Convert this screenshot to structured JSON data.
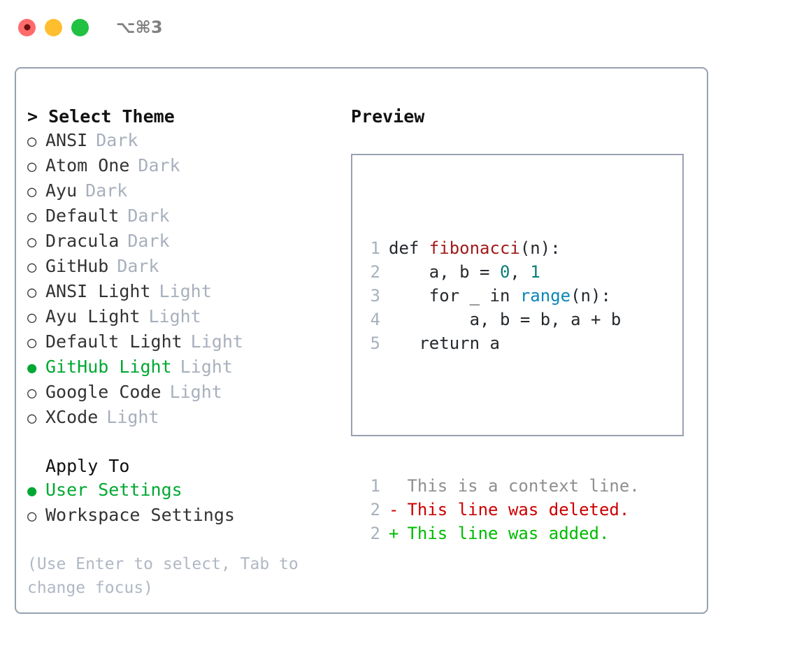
{
  "titlebar": {
    "shortcut": "⌥⌘3",
    "dots": [
      {
        "name": "close-dot",
        "color": "#ff6b6b"
      },
      {
        "name": "minimize-dot",
        "color": "#ffbe2e"
      },
      {
        "name": "maximize-dot",
        "color": "#21c141"
      }
    ]
  },
  "theme_picker": {
    "caret": ">",
    "heading": "Select Theme",
    "bullet_unselected": "○",
    "bullet_selected": "●",
    "options": [
      {
        "label": "ANSI",
        "variant": "Dark",
        "selected": false
      },
      {
        "label": "Atom One",
        "variant": "Dark",
        "selected": false
      },
      {
        "label": "Ayu",
        "variant": "Dark",
        "selected": false
      },
      {
        "label": "Default",
        "variant": "Dark",
        "selected": false
      },
      {
        "label": "Dracula",
        "variant": "Dark",
        "selected": false
      },
      {
        "label": "GitHub",
        "variant": "Dark",
        "selected": false
      },
      {
        "label": "ANSI Light",
        "variant": "Light",
        "selected": false
      },
      {
        "label": "Ayu Light",
        "variant": "Light",
        "selected": false
      },
      {
        "label": "Default Light",
        "variant": "Light",
        "selected": false
      },
      {
        "label": "GitHub Light",
        "variant": "Light",
        "selected": true
      },
      {
        "label": "Google Code",
        "variant": "Light",
        "selected": false
      },
      {
        "label": "XCode",
        "variant": "Light",
        "selected": false
      }
    ]
  },
  "apply_to": {
    "heading": "Apply To",
    "options": [
      {
        "label": "User Settings",
        "selected": true
      },
      {
        "label": "Workspace Settings",
        "selected": false
      }
    ]
  },
  "hint": "(Use Enter to select, Tab to change focus)",
  "preview": {
    "title": "Preview",
    "code_lines": [
      {
        "no": "1",
        "segments": [
          {
            "t": "def ",
            "c": "plain"
          },
          {
            "t": "fibonacci",
            "c": "fn"
          },
          {
            "t": "(n):",
            "c": "plain"
          }
        ]
      },
      {
        "no": "2",
        "segments": [
          {
            "t": "    a, b = ",
            "c": "plain"
          },
          {
            "t": "0",
            "c": "num"
          },
          {
            "t": ", ",
            "c": "plain"
          },
          {
            "t": "1",
            "c": "num"
          }
        ]
      },
      {
        "no": "3",
        "segments": [
          {
            "t": "    for _ in ",
            "c": "plain"
          },
          {
            "t": "range",
            "c": "call"
          },
          {
            "t": "(n):",
            "c": "plain"
          }
        ]
      },
      {
        "no": "4",
        "segments": [
          {
            "t": "        a, b = b, a + b",
            "c": "plain"
          }
        ]
      },
      {
        "no": "5",
        "segments": [
          {
            "t": "   return a",
            "c": "plain"
          }
        ]
      }
    ],
    "diff_lines": [
      {
        "no": "1",
        "marker": " ",
        "text": " This is a context line.",
        "kind": "ctx"
      },
      {
        "no": "2",
        "marker": "-",
        "text": " This line was deleted.",
        "kind": "del"
      },
      {
        "no": "2",
        "marker": "+",
        "text": " This line was added.",
        "kind": "add"
      }
    ]
  },
  "colors": {
    "accent_green": "#00a832",
    "border": "#97a1b0",
    "muted": "#a8b0bd",
    "diff_delete": "#cc0000",
    "diff_add": "#00bb00",
    "token_function": "#a01b1b",
    "token_number": "#0a7d78",
    "token_call": "#0b86b8"
  }
}
